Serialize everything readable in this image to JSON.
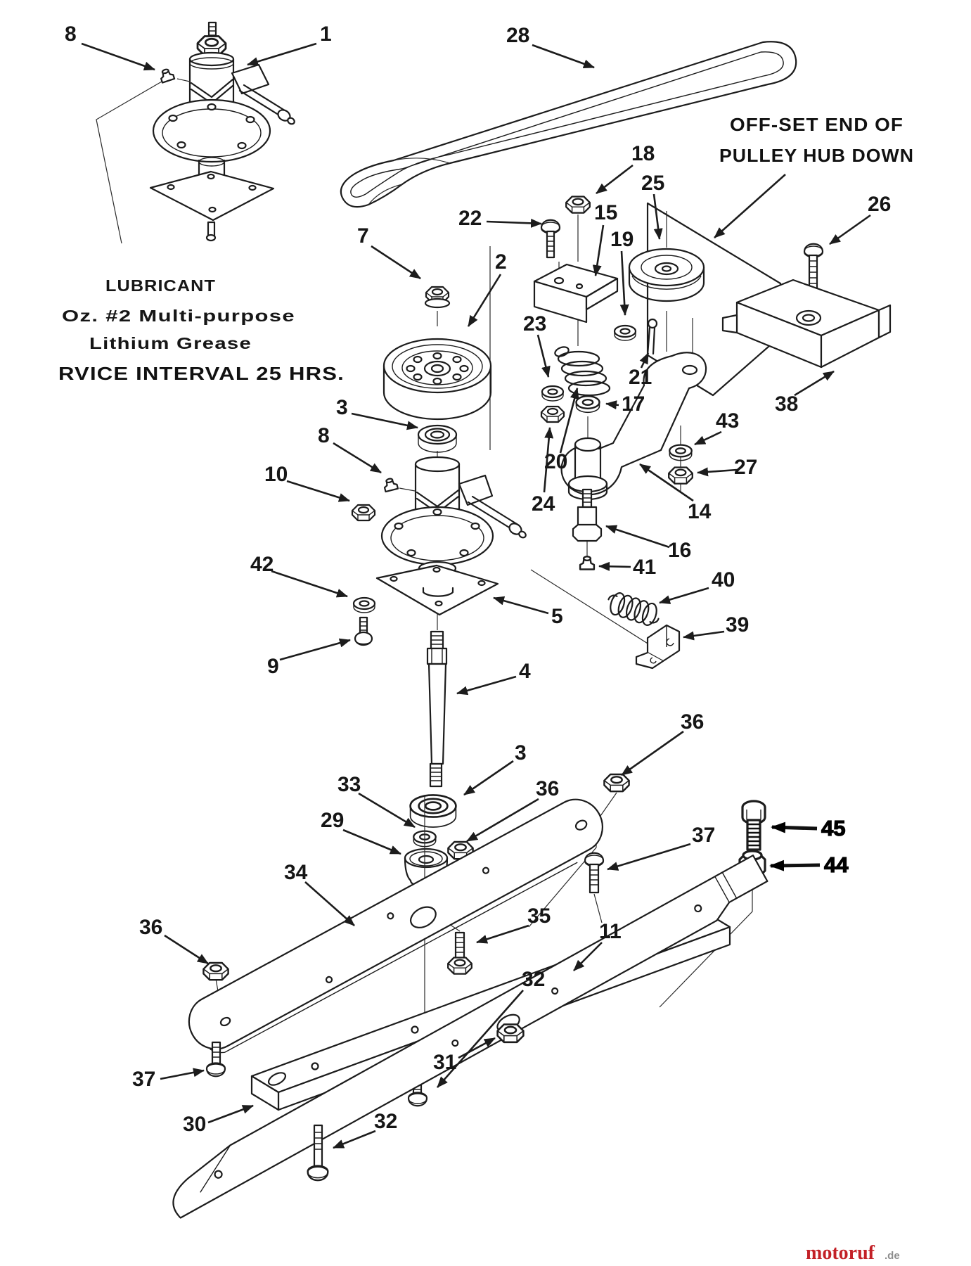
{
  "page": {
    "background": "#ffffff",
    "ink": "#1c1c1c"
  },
  "notes": {
    "lubricant_title": "LUBRICANT",
    "lubricant_line2": "Oz. #2 Multi-purpose",
    "lubricant_line3": "Lithium Grease",
    "service_note": "RVICE INTERVAL 25 HRS.",
    "offset_note_line1": "OFF-SET END OF",
    "offset_note_line2": "PULLEY HUB DOWN"
  },
  "callouts": [
    {
      "text": "8"
    },
    {
      "text": "1"
    },
    {
      "text": "28"
    },
    {
      "text": "18"
    },
    {
      "text": "22"
    },
    {
      "text": "15"
    },
    {
      "text": "19"
    },
    {
      "text": "25"
    },
    {
      "text": "26"
    },
    {
      "text": "7"
    },
    {
      "text": "2"
    },
    {
      "text": "23"
    },
    {
      "text": "21"
    },
    {
      "text": "17"
    },
    {
      "text": "20"
    },
    {
      "text": "24"
    },
    {
      "text": "43"
    },
    {
      "text": "27"
    },
    {
      "text": "14"
    },
    {
      "text": "16"
    },
    {
      "text": "41"
    },
    {
      "text": "40"
    },
    {
      "text": "39"
    },
    {
      "text": "38"
    },
    {
      "text": "3"
    },
    {
      "text": "8"
    },
    {
      "text": "10"
    },
    {
      "text": "42"
    },
    {
      "text": "9"
    },
    {
      "text": "5"
    },
    {
      "text": "4"
    },
    {
      "text": "3"
    },
    {
      "text": "33"
    },
    {
      "text": "29"
    },
    {
      "text": "36"
    },
    {
      "text": "36"
    },
    {
      "text": "34"
    },
    {
      "text": "37"
    },
    {
      "text": "45"
    },
    {
      "text": "44"
    },
    {
      "text": "35"
    },
    {
      "text": "36"
    },
    {
      "text": "37"
    },
    {
      "text": "30"
    },
    {
      "text": "11"
    },
    {
      "text": "32"
    },
    {
      "text": "31"
    },
    {
      "text": "32"
    }
  ],
  "watermark": {
    "brand": "motoruf",
    "suffix": ".de"
  }
}
